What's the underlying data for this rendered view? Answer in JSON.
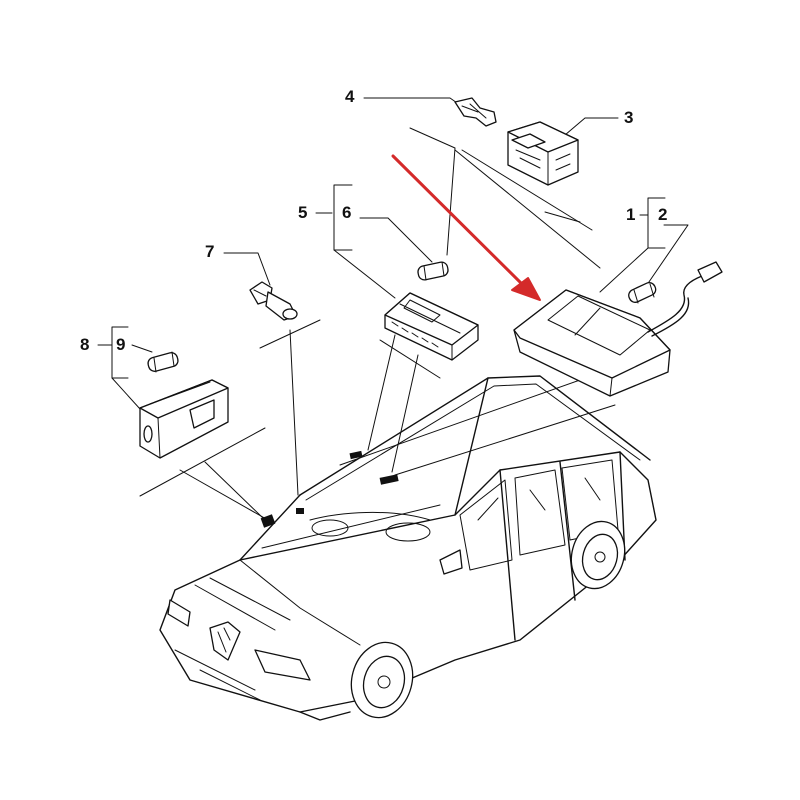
{
  "diagram": {
    "callouts": [
      {
        "id": "c1",
        "text": "1"
      },
      {
        "id": "c2",
        "text": "2"
      },
      {
        "id": "c3",
        "text": "3"
      },
      {
        "id": "c4",
        "text": "4"
      },
      {
        "id": "c5",
        "text": "5"
      },
      {
        "id": "c6",
        "text": "6"
      },
      {
        "id": "c7",
        "text": "7"
      },
      {
        "id": "c8",
        "text": "8"
      },
      {
        "id": "c9",
        "text": "9"
      }
    ],
    "highlight_color": "#d42a2a",
    "line_color": "#111111"
  }
}
